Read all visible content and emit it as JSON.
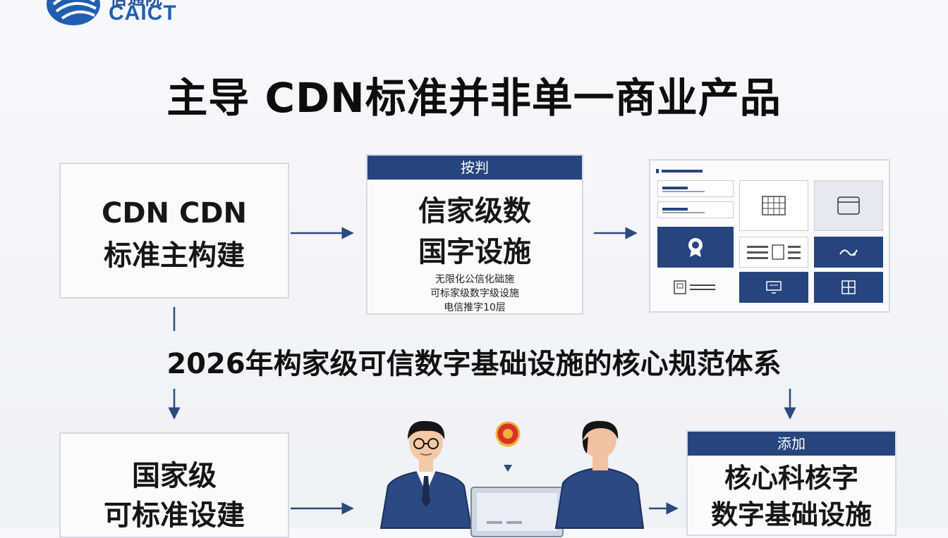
{
  "logo": {
    "cn": "信通院",
    "en": "CAICT"
  },
  "title": "主导 CDN标准并非单一商业产品",
  "middle_heading": "2026年构家级可信数字基础设施的核心规范体系",
  "box1": {
    "line1": "CDN CDN",
    "line2": "标准主构建"
  },
  "box2": {
    "header": "按判",
    "line1": "信家级数",
    "line2": "国字设施",
    "small1": "无限化公信化础施",
    "small2": "可标家级数字级设施",
    "small3": "电信推字10层"
  },
  "box4": {
    "line1": "国家级",
    "line2": "可标准设建"
  },
  "box5": {
    "header": "添加",
    "line1": "核心科核字",
    "line2": "数字基础设施"
  },
  "colors": {
    "navy": "#26457e",
    "arrow": "#2b4a7e",
    "logo_blue": "#1f5fb2",
    "badge_red": "#d8322c",
    "badge_gold": "#f2b134"
  }
}
